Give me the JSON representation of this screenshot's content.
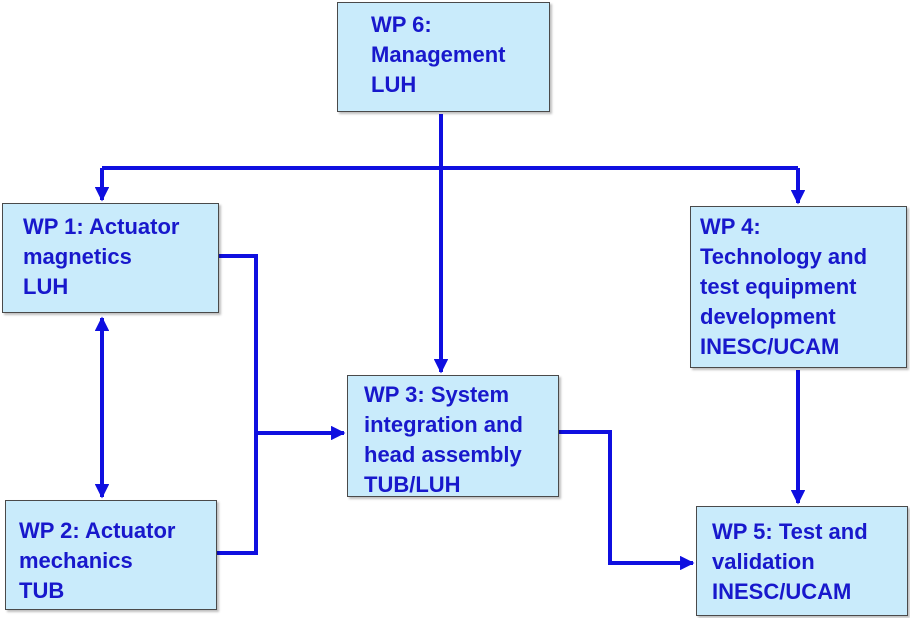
{
  "colors": {
    "box_fill": "#c9ebfb",
    "text": "#1818cc",
    "connector": "#0f0fe0",
    "border": "#4a4a4a"
  },
  "boxes": {
    "wp6": {
      "lines": [
        "WP 6:",
        "Management",
        "LUH"
      ]
    },
    "wp1": {
      "lines": [
        "WP 1: Actuator",
        "magnetics",
        "LUH"
      ]
    },
    "wp2": {
      "lines": [
        "WP 2: Actuator",
        "mechanics",
        "TUB"
      ]
    },
    "wp3": {
      "lines": [
        "WP 3: System",
        "integration and",
        "head assembly",
        "TUB/LUH"
      ]
    },
    "wp4": {
      "lines": [
        "WP 4:",
        "Technology and",
        "test equipment",
        "development",
        "INESC/UCAM"
      ]
    },
    "wp5": {
      "lines": [
        "WP 5: Test and",
        "validation",
        "INESC/UCAM"
      ]
    }
  }
}
